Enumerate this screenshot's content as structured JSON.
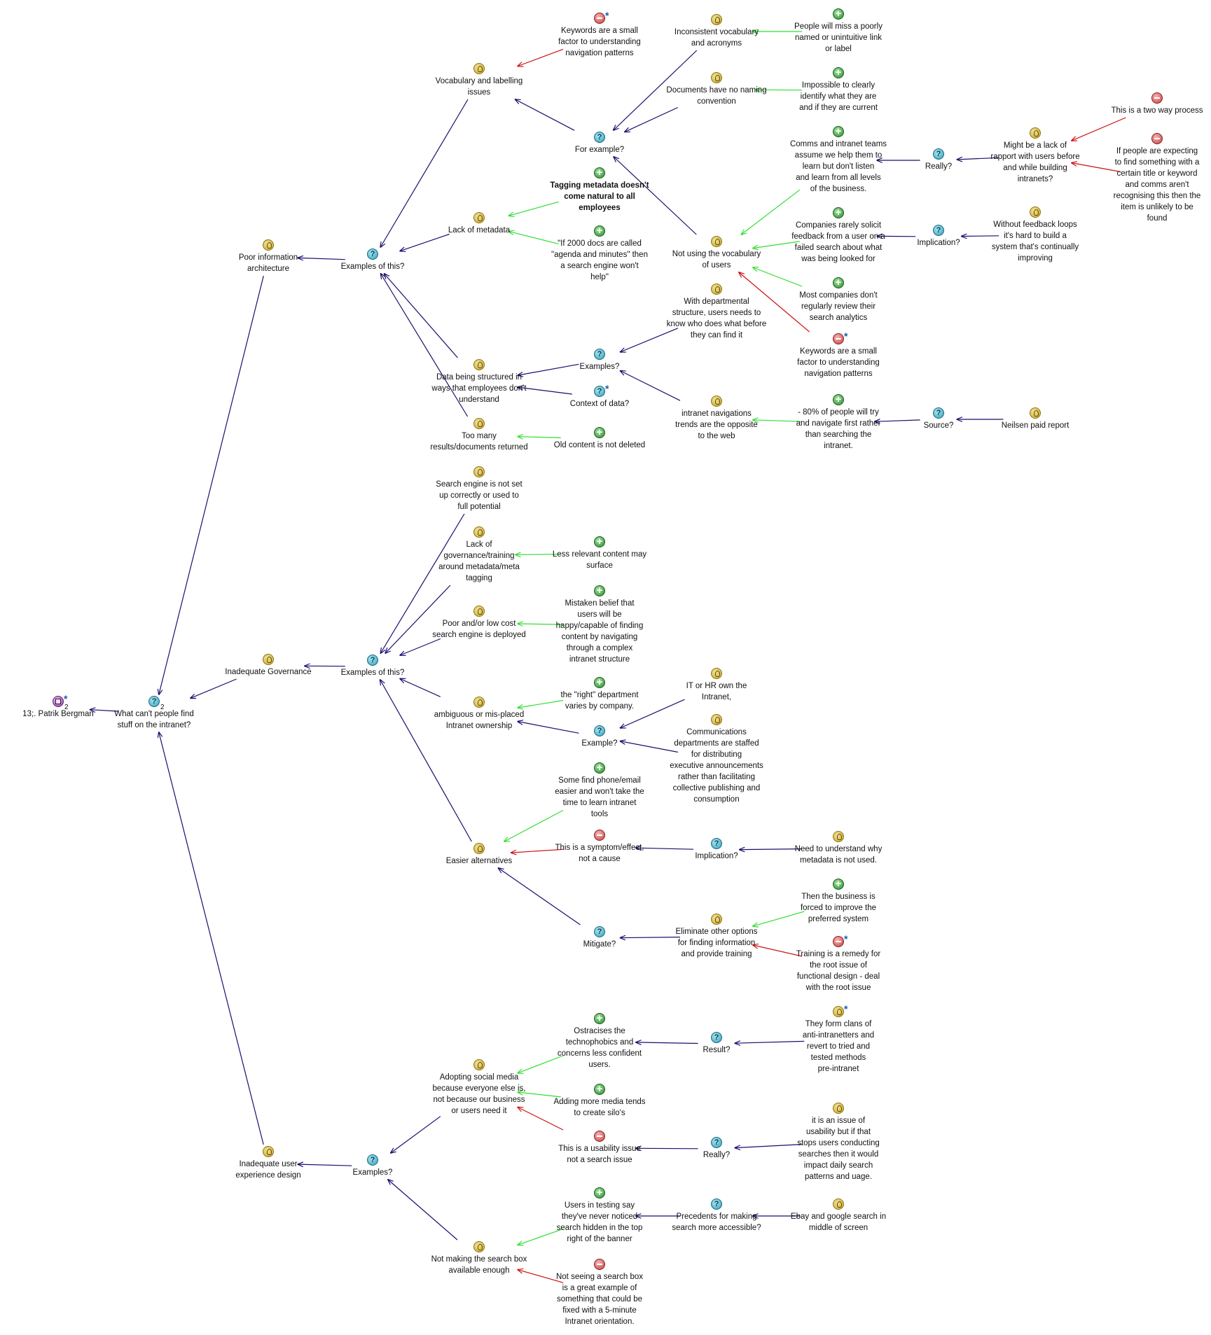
{
  "colors": {
    "support": "#33dd33",
    "oppose": "#cc1111",
    "response": "#1a0d6e",
    "text": "#111111"
  },
  "nodes": [
    {
      "id": "root",
      "type": "map",
      "label": "13;. Patrik Bergman",
      "star": true,
      "sub": "2",
      "w": 130
    },
    {
      "id": "q_main",
      "type": "question",
      "label": "What can't people find\nstuff on the intranet?",
      "sub": "2",
      "w": 150
    },
    {
      "id": "i_pia",
      "type": "idea",
      "label": "Poor information\narchitecture",
      "w": 120
    },
    {
      "id": "i_gov",
      "type": "idea",
      "label": "Inadequate Governance",
      "w": 150
    },
    {
      "id": "i_ux",
      "type": "idea",
      "label": "Inadequate user\nexperience design",
      "w": 120
    },
    {
      "id": "q_pia",
      "type": "question",
      "label": "Examples of this?",
      "w": 110
    },
    {
      "id": "q_gov",
      "type": "question",
      "label": "Examples of this?",
      "w": 110
    },
    {
      "id": "q_ux",
      "type": "question",
      "label": "Examples?",
      "w": 80
    },
    {
      "id": "i_vocab",
      "type": "idea",
      "label": "Vocabulary and labelling\nissues",
      "w": 160
    },
    {
      "id": "c_kw1",
      "type": "con",
      "label": "Keywords are a small\nfactor to understanding\nnavigation patterns",
      "star": true,
      "w": 150
    },
    {
      "id": "q_forex",
      "type": "question",
      "label": "For example?",
      "w": 100
    },
    {
      "id": "i_incons",
      "type": "idea",
      "label": "Inconsistent vocabulary\nand acronyms",
      "w": 150
    },
    {
      "id": "p_miss",
      "type": "pro",
      "label": "People will miss a poorly\nnamed or unintuitive link\nor label",
      "w": 150
    },
    {
      "id": "i_docs",
      "type": "idea",
      "label": "Documents have no naming\nconvention",
      "w": 160
    },
    {
      "id": "p_ident",
      "type": "pro",
      "label": "Impossible to clearly\nidentify what they are\nand if they are current",
      "w": 150
    },
    {
      "id": "i_meta",
      "type": "idea",
      "label": "Lack of metadata",
      "w": 120
    },
    {
      "id": "p_tag",
      "type": "pro",
      "label": "Tagging metadata doesn't\ncome natural to all\nemployees",
      "bold": true,
      "w": 170
    },
    {
      "id": "p_2000",
      "type": "pro",
      "label": "\"If 2000 docs are called\n\"agenda and minutes\" then\na search engine won't\nhelp\"",
      "w": 170
    },
    {
      "id": "i_notvoc",
      "type": "idea",
      "label": "Not using the vocabulary\nof users",
      "w": 150
    },
    {
      "id": "p_comms",
      "type": "pro",
      "label": "Comms and intranet teams\nassume we help them to\nlearn but don't listen\nand learn from all levels\nof the business.",
      "w": 160
    },
    {
      "id": "q_really1",
      "type": "question",
      "label": "Really?",
      "w": 70
    },
    {
      "id": "i_rapport",
      "type": "idea",
      "label": "Might be a lack of\nrapport with users before\nand while building\nintranets?",
      "w": 150
    },
    {
      "id": "c_twoway",
      "type": "con",
      "label": "This is a two way process",
      "w": 150
    },
    {
      "id": "c_expect",
      "type": "con",
      "label": "If people are expecting\nto find something with a\ncertain title or keyword\nand comms aren't\nrecognising this then the\nitem is unlikely to be\nfound",
      "w": 150
    },
    {
      "id": "p_solicit",
      "type": "pro",
      "label": "Companies rarely solicit\nfeedback from a user on a\nfailed search about what\nwas being looked for",
      "w": 160
    },
    {
      "id": "q_impl1",
      "type": "question",
      "label": "Implication?",
      "w": 90
    },
    {
      "id": "i_feedback",
      "type": "idea",
      "label": "Without feedback loops\nit's hard to build a\nsystem that's continually\nimproving",
      "w": 150
    },
    {
      "id": "p_analytics",
      "type": "pro",
      "label": "Most companies don't\nregularly review their\nsearch analytics",
      "w": 150
    },
    {
      "id": "c_kw2",
      "type": "con",
      "label": "Keywords are a small\nfactor to understanding\nnavigation patterns",
      "star": true,
      "w": 150
    },
    {
      "id": "i_datastruct",
      "type": "idea",
      "label": "Data being structured in\nways that employees don't\nunderstand",
      "w": 160
    },
    {
      "id": "q_examples2",
      "type": "question",
      "label": "Examples?",
      "w": 80
    },
    {
      "id": "i_dept",
      "type": "idea",
      "label": "With departmental\nstructure, users needs to\nknow who does what before\nthey can find it",
      "w": 160
    },
    {
      "id": "q_context",
      "type": "question",
      "label": "Context of data?",
      "star": true,
      "w": 110
    },
    {
      "id": "i_navtrend",
      "type": "idea",
      "label": "intranet navigations\ntrends are the opposite\nto the web",
      "w": 150
    },
    {
      "id": "p_80",
      "type": "pro",
      "label": "- 80% of people will try\nand navigate first rather\nthan searching the\nintranet.",
      "w": 150
    },
    {
      "id": "q_source",
      "type": "question",
      "label": "Source?",
      "w": 70
    },
    {
      "id": "i_neilsen",
      "type": "idea",
      "label": "Neilsen paid report",
      "w": 130
    },
    {
      "id": "i_toomany",
      "type": "idea",
      "label": "Too many\nresults/documents returned",
      "w": 160
    },
    {
      "id": "p_oldcontent",
      "type": "pro",
      "label": "Old content is not deleted",
      "w": 160
    },
    {
      "id": "i_searcheng",
      "type": "idea",
      "label": "Search engine is not set\nup correctly or used to\nfull potential",
      "w": 160
    },
    {
      "id": "i_govtrain",
      "type": "idea",
      "label": "Lack of\ngovernance/training\naround metadata/meta\ntagging",
      "w": 150
    },
    {
      "id": "p_lessrel",
      "type": "pro",
      "label": "Less relevant content may\nsurface",
      "w": 160
    },
    {
      "id": "i_lowcost",
      "type": "idea",
      "label": "Poor and/or low cost\nsearch engine is deployed",
      "w": 160
    },
    {
      "id": "p_mistaken",
      "type": "pro",
      "label": "Mistaken belief that\nusers will be\nhappy/capable of finding\ncontent by navigating\nthrough a complex\nintranet structure",
      "w": 150
    },
    {
      "id": "i_ownership",
      "type": "idea",
      "label": "ambiguous or mis-placed\nIntranet ownership",
      "w": 160
    },
    {
      "id": "p_rightdept",
      "type": "pro",
      "label": "the \"right\" department\nvaries by company.",
      "w": 150
    },
    {
      "id": "q_example",
      "type": "question",
      "label": "Example?",
      "w": 80
    },
    {
      "id": "i_ithr",
      "type": "idea",
      "label": "IT or HR own the\nIntranet,",
      "w": 130
    },
    {
      "id": "i_commsdept",
      "type": "idea",
      "label": "Communications\ndepartments are staffed\nfor distributing\nexecutive announcements\nrather than facilitating\ncollective publishing and\nconsumption",
      "w": 160
    },
    {
      "id": "i_easier",
      "type": "idea",
      "label": "Easier alternatives",
      "w": 130
    },
    {
      "id": "p_phone",
      "type": "pro",
      "label": "Some find phone/email\neasier and won't take the\ntime to learn intranet\ntools",
      "w": 150
    },
    {
      "id": "c_symptom",
      "type": "con",
      "label": "This is a symptom/effect,\nnot a cause",
      "w": 150
    },
    {
      "id": "q_impl2",
      "type": "question",
      "label": "Implication?",
      "w": 90
    },
    {
      "id": "i_understand",
      "type": "idea",
      "label": "Need to understand why\nmetadata is not used.",
      "w": 150
    },
    {
      "id": "q_mitigate",
      "type": "question",
      "label": "Mitigate?",
      "w": 80
    },
    {
      "id": "i_eliminate",
      "type": "idea",
      "label": "Eliminate other options\nfor finding information\nand provide training",
      "w": 150
    },
    {
      "id": "p_forced",
      "type": "pro",
      "label": "Then the business is\nforced to improve the\npreferred system",
      "w": 140
    },
    {
      "id": "c_training",
      "type": "con",
      "label": "Training is a remedy for\nthe root issue of\nfunctional design - deal\nwith the root issue",
      "star": true,
      "w": 150
    },
    {
      "id": "i_social",
      "type": "idea",
      "label": "Adopting social media\nbecause everyone else is,\nnot because our business\nor users need it",
      "w": 160
    },
    {
      "id": "p_ostracise",
      "type": "pro",
      "label": "Ostracises the\ntechnophobics and\nconcerns less confident\nusers.",
      "w": 150
    },
    {
      "id": "q_result",
      "type": "question",
      "label": "Result?",
      "w": 70
    },
    {
      "id": "i_clans",
      "type": "idea",
      "label": "They form clans of\nanti-intranetters and\nrevert to tried and\ntested methods\npre-intranet",
      "star": true,
      "w": 140
    },
    {
      "id": "p_silos",
      "type": "pro",
      "label": "Adding more media tends\nto create silo's",
      "w": 160
    },
    {
      "id": "c_usability",
      "type": "con",
      "label": "This is a usability issue\nnot a search issue",
      "w": 150
    },
    {
      "id": "q_really2",
      "type": "question",
      "label": "Really?",
      "w": 70
    },
    {
      "id": "i_usability",
      "type": "idea",
      "label": "it is an issue of\nusability but if that\nstops users conducting\nsearches then it would\nimpact daily search\npatterns and uage.",
      "w": 150
    },
    {
      "id": "i_searchbox",
      "type": "idea",
      "label": "Not making the search box\navailable enough",
      "w": 160
    },
    {
      "id": "p_testing",
      "type": "pro",
      "label": "Users in testing say\nthey've never noticed\nsearch hidden in the top\nright of the banner",
      "w": 150
    },
    {
      "id": "q_precedents",
      "type": "question",
      "label": "Precedents for making\nsearch more accessible?",
      "w": 150
    },
    {
      "id": "i_ebay",
      "type": "idea",
      "label": "Ebay and google search in\nmiddle of screen",
      "w": 160
    },
    {
      "id": "c_notseeing",
      "type": "con",
      "label": "Not seeing a search box\nis a great example of\nsomething that could be\nfixed with a 5-minute\nIntranet orientation.",
      "w": 150
    }
  ],
  "links": [
    {
      "from": "q_main",
      "to": "root",
      "kind": "response"
    },
    {
      "from": "i_pia",
      "to": "q_main",
      "kind": "response"
    },
    {
      "from": "i_gov",
      "to": "q_main",
      "kind": "response"
    },
    {
      "from": "i_ux",
      "to": "q_main",
      "kind": "response"
    },
    {
      "from": "q_pia",
      "to": "i_pia",
      "kind": "response"
    },
    {
      "from": "q_gov",
      "to": "i_gov",
      "kind": "response"
    },
    {
      "from": "q_ux",
      "to": "i_ux",
      "kind": "response"
    },
    {
      "from": "i_vocab",
      "to": "q_pia",
      "kind": "response"
    },
    {
      "from": "i_meta",
      "to": "q_pia",
      "kind": "response"
    },
    {
      "from": "i_datastruct",
      "to": "q_pia",
      "kind": "response"
    },
    {
      "from": "i_toomany",
      "to": "q_pia",
      "kind": "response"
    },
    {
      "from": "c_kw1",
      "to": "i_vocab",
      "kind": "oppose"
    },
    {
      "from": "q_forex",
      "to": "i_vocab",
      "kind": "response"
    },
    {
      "from": "i_incons",
      "to": "q_forex",
      "kind": "response"
    },
    {
      "from": "i_docs",
      "to": "q_forex",
      "kind": "response"
    },
    {
      "from": "i_notvoc",
      "to": "q_forex",
      "kind": "response"
    },
    {
      "from": "p_miss",
      "to": "i_incons",
      "kind": "support"
    },
    {
      "from": "p_ident",
      "to": "i_docs",
      "kind": "support"
    },
    {
      "from": "p_tag",
      "to": "i_meta",
      "kind": "support"
    },
    {
      "from": "p_2000",
      "to": "i_meta",
      "kind": "support"
    },
    {
      "from": "p_comms",
      "to": "i_notvoc",
      "kind": "support"
    },
    {
      "from": "q_really1",
      "to": "p_comms",
      "kind": "response"
    },
    {
      "from": "i_rapport",
      "to": "q_really1",
      "kind": "response"
    },
    {
      "from": "c_twoway",
      "to": "i_rapport",
      "kind": "oppose"
    },
    {
      "from": "c_expect",
      "to": "i_rapport",
      "kind": "oppose"
    },
    {
      "from": "p_solicit",
      "to": "i_notvoc",
      "kind": "support"
    },
    {
      "from": "q_impl1",
      "to": "p_solicit",
      "kind": "response"
    },
    {
      "from": "i_feedback",
      "to": "q_impl1",
      "kind": "response"
    },
    {
      "from": "p_analytics",
      "to": "i_notvoc",
      "kind": "support"
    },
    {
      "from": "c_kw2",
      "to": "i_notvoc",
      "kind": "oppose"
    },
    {
      "from": "q_examples2",
      "to": "i_datastruct",
      "kind": "response"
    },
    {
      "from": "i_dept",
      "to": "q_examples2",
      "kind": "response"
    },
    {
      "from": "i_navtrend",
      "to": "q_examples2",
      "kind": "response"
    },
    {
      "from": "q_context",
      "to": "i_datastruct",
      "kind": "response"
    },
    {
      "from": "p_80",
      "to": "i_navtrend",
      "kind": "support"
    },
    {
      "from": "q_source",
      "to": "p_80",
      "kind": "response"
    },
    {
      "from": "i_neilsen",
      "to": "q_source",
      "kind": "response"
    },
    {
      "from": "p_oldcontent",
      "to": "i_toomany",
      "kind": "support"
    },
    {
      "from": "i_searcheng",
      "to": "q_gov",
      "kind": "response"
    },
    {
      "from": "i_govtrain",
      "to": "q_gov",
      "kind": "response"
    },
    {
      "from": "i_lowcost",
      "to": "q_gov",
      "kind": "response"
    },
    {
      "from": "i_ownership",
      "to": "q_gov",
      "kind": "response"
    },
    {
      "from": "i_easier",
      "to": "q_gov",
      "kind": "response"
    },
    {
      "from": "p_lessrel",
      "to": "i_govtrain",
      "kind": "support"
    },
    {
      "from": "p_mistaken",
      "to": "i_lowcost",
      "kind": "support"
    },
    {
      "from": "p_rightdept",
      "to": "i_ownership",
      "kind": "support"
    },
    {
      "from": "q_example",
      "to": "i_ownership",
      "kind": "response"
    },
    {
      "from": "i_ithr",
      "to": "q_example",
      "kind": "response"
    },
    {
      "from": "i_commsdept",
      "to": "q_example",
      "kind": "response"
    },
    {
      "from": "p_phone",
      "to": "i_easier",
      "kind": "support"
    },
    {
      "from": "c_symptom",
      "to": "i_easier",
      "kind": "oppose"
    },
    {
      "from": "q_impl2",
      "to": "c_symptom",
      "kind": "response"
    },
    {
      "from": "i_understand",
      "to": "q_impl2",
      "kind": "response"
    },
    {
      "from": "q_mitigate",
      "to": "i_easier",
      "kind": "response"
    },
    {
      "from": "i_eliminate",
      "to": "q_mitigate",
      "kind": "response"
    },
    {
      "from": "p_forced",
      "to": "i_eliminate",
      "kind": "support"
    },
    {
      "from": "c_training",
      "to": "i_eliminate",
      "kind": "oppose"
    },
    {
      "from": "i_social",
      "to": "q_ux",
      "kind": "response"
    },
    {
      "from": "i_searchbox",
      "to": "q_ux",
      "kind": "response"
    },
    {
      "from": "p_ostracise",
      "to": "i_social",
      "kind": "support"
    },
    {
      "from": "q_result",
      "to": "p_ostracise",
      "kind": "response"
    },
    {
      "from": "i_clans",
      "to": "q_result",
      "kind": "response"
    },
    {
      "from": "p_silos",
      "to": "i_social",
      "kind": "support"
    },
    {
      "from": "c_usability",
      "to": "i_social",
      "kind": "oppose"
    },
    {
      "from": "q_really2",
      "to": "c_usability",
      "kind": "response"
    },
    {
      "from": "i_usability",
      "to": "q_really2",
      "kind": "response"
    },
    {
      "from": "p_testing",
      "to": "i_searchbox",
      "kind": "support"
    },
    {
      "from": "q_precedents",
      "to": "p_testing",
      "kind": "response"
    },
    {
      "from": "i_ebay",
      "to": "q_precedents",
      "kind": "response"
    },
    {
      "from": "c_notseeing",
      "to": "i_searchbox",
      "kind": "oppose"
    }
  ]
}
